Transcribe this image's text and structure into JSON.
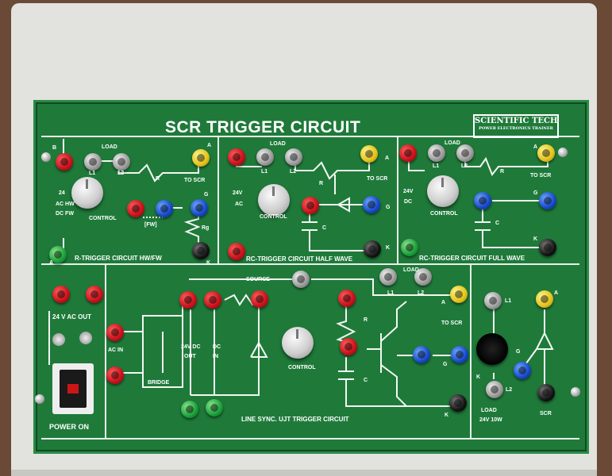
{
  "panel": {
    "title": "SCR TRIGGER CIRCUIT",
    "brand_line1": "SCIENTIFIC TECH",
    "brand_line2": "POWER ELECTRONICS TRAINER"
  },
  "sections": {
    "r_trigger": {
      "caption": "R-TRIGGER CIRCUIT HW/FW",
      "labels": {
        "b": "B",
        "load": "LOAD",
        "l1": "L1",
        "l2": "L2",
        "a": "A",
        "r": "R",
        "to_scr": "TO SCR",
        "v24": "24",
        "ac_hw": "AC HW",
        "dc_fw": "DC FW",
        "control": "CONTROL",
        "fw": "[FW]",
        "g": "G",
        "rg": "Rg",
        "a2": "A",
        "k": "K"
      }
    },
    "rc_half": {
      "caption": "RC-TRIGGER CIRCUIT HALF WAVE",
      "labels": {
        "load": "LOAD",
        "l1": "L1",
        "l2": "L2",
        "a": "A",
        "r": "R",
        "to_scr": "TO SCR",
        "v24": "24V",
        "ac": "AC",
        "control": "CONTROL",
        "g": "G",
        "c": "C",
        "k": "K"
      }
    },
    "rc_full": {
      "caption": "RC-TRIGGER CIRCUIT FULL WAVE",
      "labels": {
        "load": "LOAD",
        "l1": "L1",
        "l2": "L2",
        "a": "A",
        "r": "R",
        "to_scr": "TO SCR",
        "v24": "24V",
        "dc": "DC",
        "control": "CONTROL",
        "g": "G",
        "c": "C",
        "k": "K"
      }
    },
    "power": {
      "ac_out": "24 V AC OUT",
      "power_on": "POWER ON"
    },
    "ujt": {
      "caption": "LINE SYNC. UJT TRIGGER CIRCUIT",
      "labels": {
        "source": "SOURCE",
        "load": "LOAD",
        "l1": "L1",
        "l2": "L2",
        "ac_in": "AC IN",
        "bridge": "BRIDGE",
        "dc_out_1": "24V DC",
        "dc_out_2": "OUT",
        "dc_in_1": "DC",
        "dc_in_2": "IN",
        "r": "R",
        "to_scr": "TO SCR",
        "a": "A",
        "control": "CONTROL",
        "g": "G",
        "c": "C",
        "k": "K"
      }
    },
    "scr": {
      "labels": {
        "l1": "L1",
        "a": "A",
        "g": "G",
        "k": "K",
        "l2": "L2",
        "load1": "LOAD",
        "load2": "24V 10W",
        "scr": "SCR"
      }
    }
  },
  "colors": {
    "board": "#1f7a3a",
    "case": "#e2e2de",
    "background": "#6a4a36",
    "jack_red": "#c8101a",
    "jack_yellow": "#e3c21a",
    "jack_blue": "#1549c8",
    "jack_grey": "#9a9a9a",
    "jack_green": "#19a03a",
    "jack_black": "#151515"
  },
  "icons": [
    "resistor-symbol",
    "variable-resistor-symbol",
    "capacitor-symbol",
    "diode-symbol",
    "scr-symbol",
    "ujt-symbol",
    "lamp",
    "power-switch",
    "toggle-switch",
    "fuse-holder"
  ]
}
